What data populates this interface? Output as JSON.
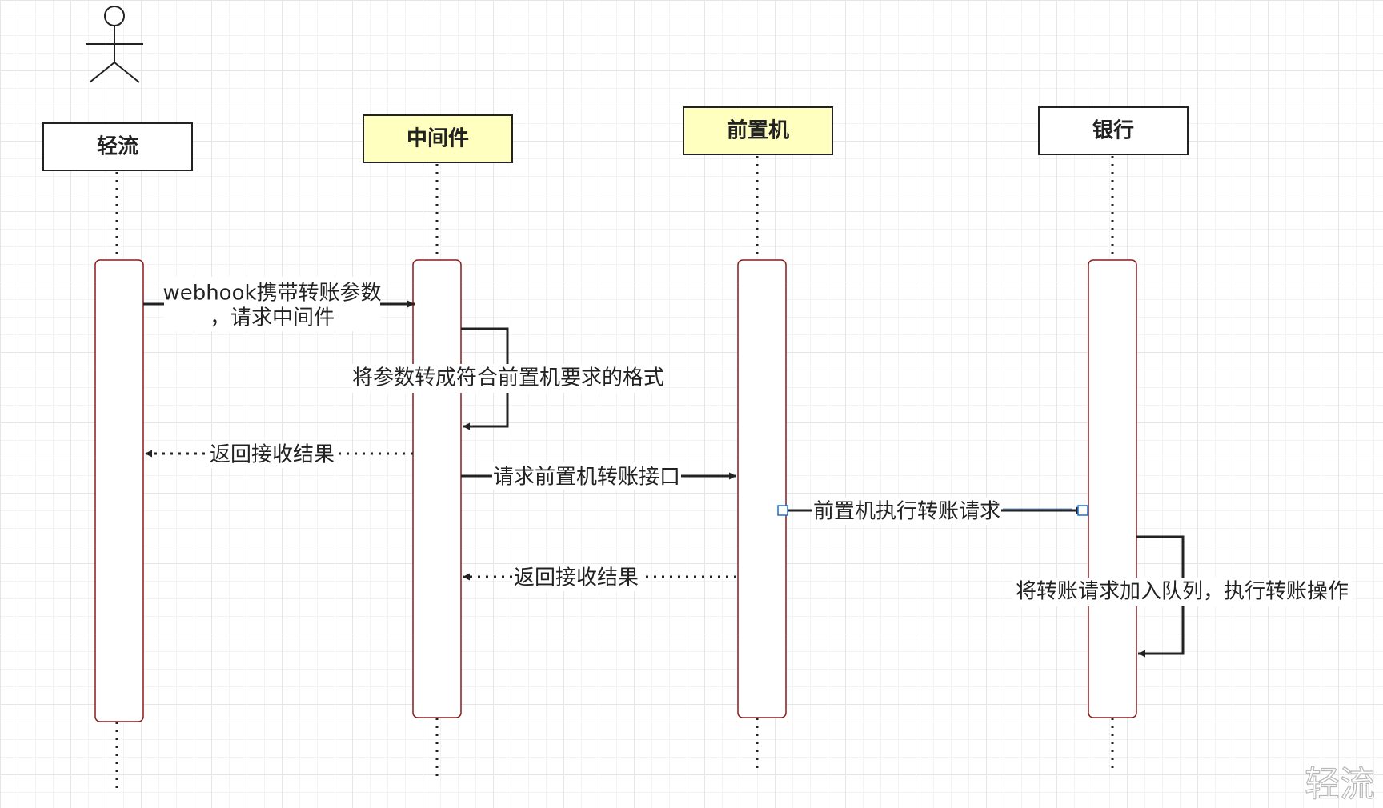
{
  "diagram": {
    "type": "sequence-diagram",
    "actor_icon": "stick-figure-icon",
    "participants": [
      {
        "name": "轻流",
        "fill": "#ffffff"
      },
      {
        "name": "中间件",
        "fill": "#ffffc0"
      },
      {
        "name": "前置机",
        "fill": "#ffffc0"
      },
      {
        "name": "银行",
        "fill": "#ffffff"
      }
    ],
    "messages": [
      {
        "from": "轻流",
        "to": "中间件",
        "line1": "webhook携带转账参数",
        "line2": "，请求中间件",
        "style": "solid"
      },
      {
        "from": "中间件",
        "to": "中间件",
        "label": "将参数转成符合前置机要求的格式",
        "style": "self"
      },
      {
        "from": "中间件",
        "to": "轻流",
        "label": "返回接收结果",
        "style": "dotted"
      },
      {
        "from": "中间件",
        "to": "前置机",
        "label": "请求前置机转账接口",
        "style": "solid"
      },
      {
        "from": "前置机",
        "to": "银行",
        "label": "前置机执行转账请求",
        "style": "solid",
        "selected": true
      },
      {
        "from": "前置机",
        "to": "中间件",
        "label": "返回接收结果",
        "style": "dotted"
      },
      {
        "from": "银行",
        "to": "银行",
        "label": "将转账请求加入队列，执行转账操作",
        "style": "self"
      }
    ],
    "watermark": "轻流",
    "colors": {
      "activation_border": "#8b1a1a",
      "line": "#222222",
      "selection_handle": "#1f6fd1",
      "participant_fill_highlight": "#ffffc0"
    }
  }
}
